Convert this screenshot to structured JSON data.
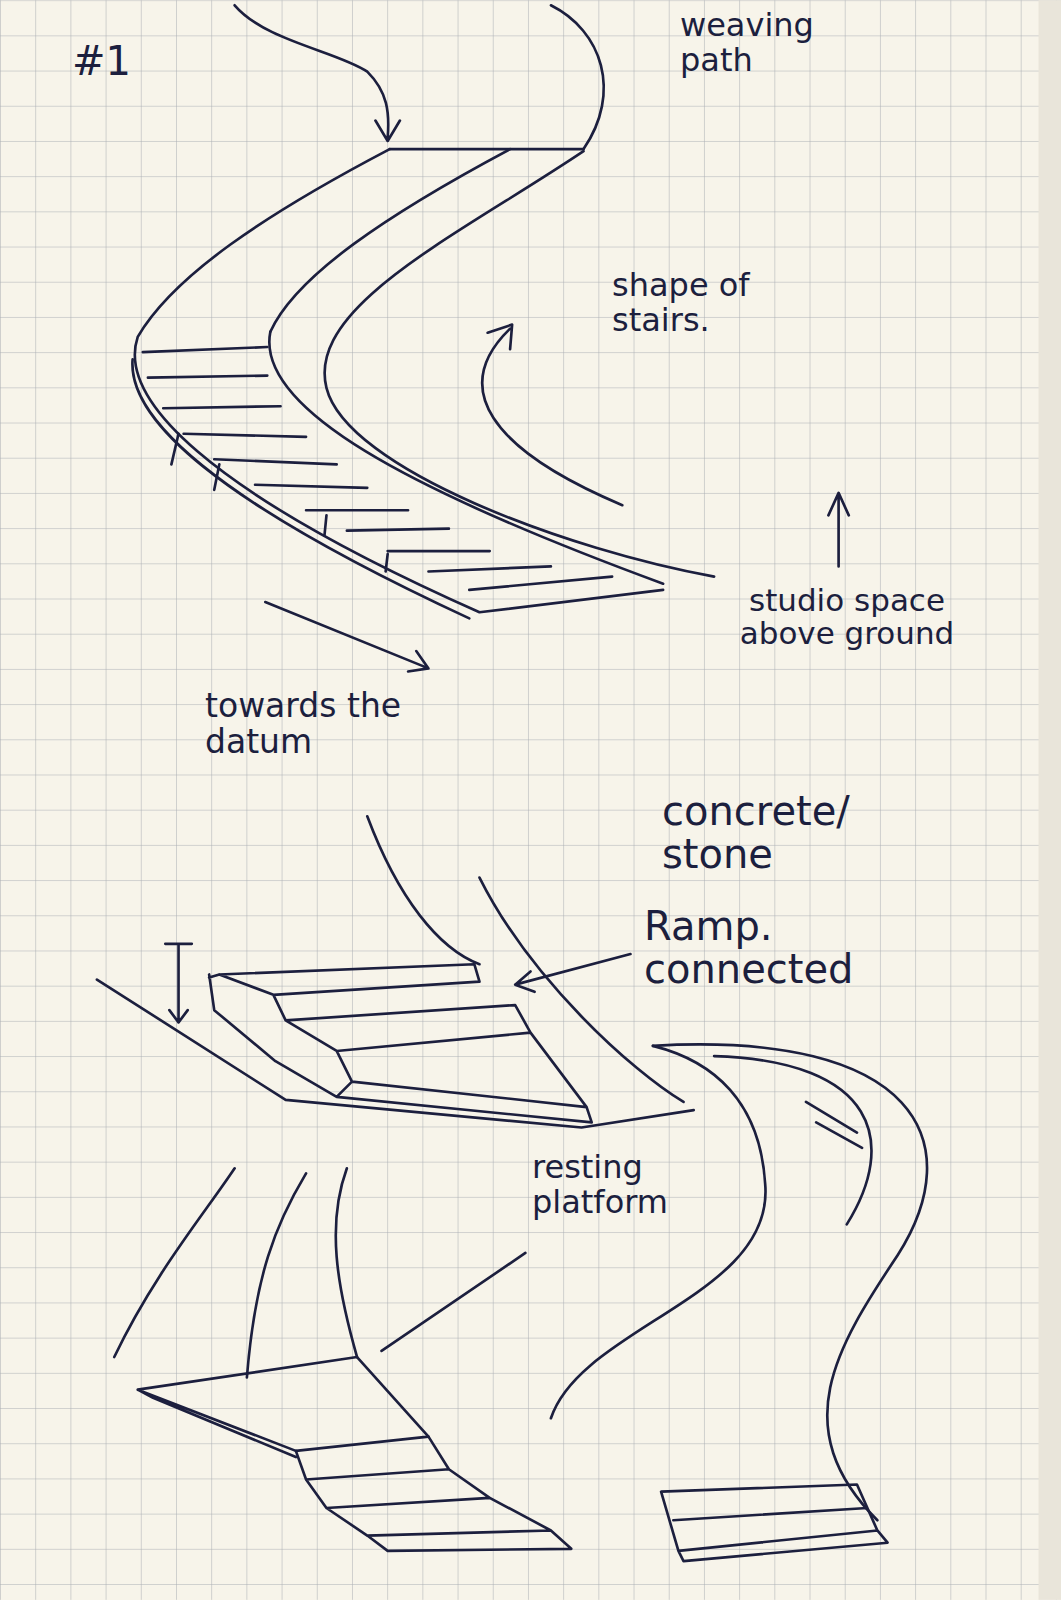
{
  "diagram": {
    "labels": [
      "#1",
      "weaving path",
      "shape of stairs.",
      "studio space above ground",
      "towards the datum",
      "concrete/ stone",
      "Ramp. connected",
      "resting platform"
    ]
  }
}
